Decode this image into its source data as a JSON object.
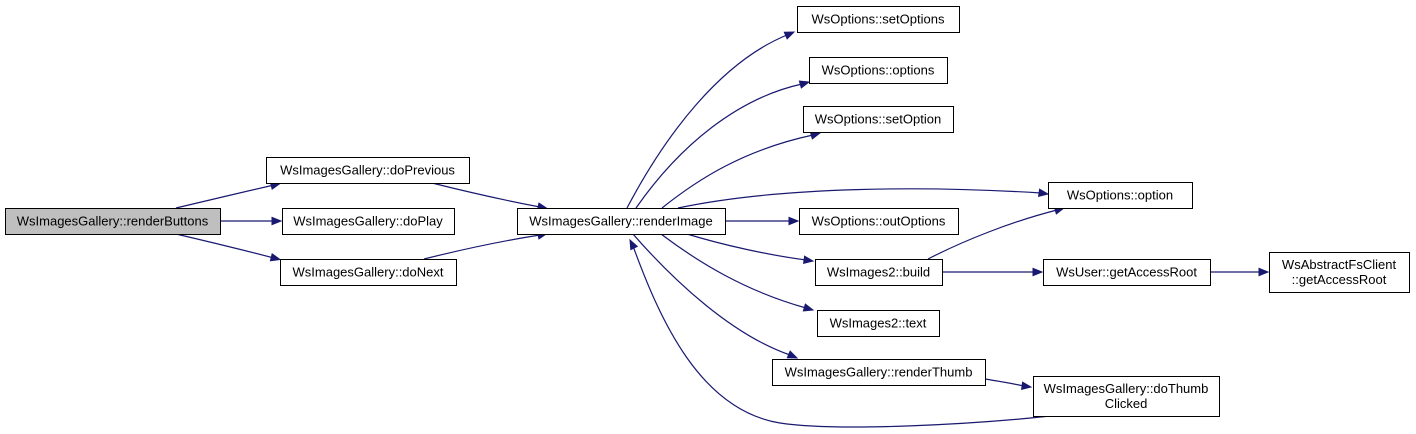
{
  "nodes": {
    "renderButtons": {
      "lines": [
        "WsImagesGallery::renderButtons"
      ]
    },
    "doPrevious": {
      "lines": [
        "WsImagesGallery::doPrevious"
      ]
    },
    "doPlay": {
      "lines": [
        "WsImagesGallery::doPlay"
      ]
    },
    "doNext": {
      "lines": [
        "WsImagesGallery::doNext"
      ]
    },
    "renderImage": {
      "lines": [
        "WsImagesGallery::renderImage"
      ]
    },
    "setOptions": {
      "lines": [
        "WsOptions::setOptions"
      ]
    },
    "options": {
      "lines": [
        "WsOptions::options"
      ]
    },
    "setOption": {
      "lines": [
        "WsOptions::setOption"
      ]
    },
    "option": {
      "lines": [
        "WsOptions::option"
      ]
    },
    "outOptions": {
      "lines": [
        "WsOptions::outOptions"
      ]
    },
    "build": {
      "lines": [
        "WsImages2::build"
      ]
    },
    "getAccessRoot": {
      "lines": [
        "WsUser::getAccessRoot"
      ]
    },
    "fsGetAccessRoot": {
      "lines": [
        "WsAbstractFsClient",
        "::getAccessRoot"
      ]
    },
    "text": {
      "lines": [
        "WsImages2::text"
      ]
    },
    "renderThumb": {
      "lines": [
        "WsImagesGallery::renderThumb"
      ]
    },
    "doThumbClicked": {
      "lines": [
        "WsImagesGallery::doThumb",
        "Clicked"
      ]
    }
  },
  "edges": [
    [
      "renderButtons",
      "doPrevious"
    ],
    [
      "renderButtons",
      "doPlay"
    ],
    [
      "renderButtons",
      "doNext"
    ],
    [
      "doPrevious",
      "renderImage"
    ],
    [
      "doNext",
      "renderImage"
    ],
    [
      "renderImage",
      "setOptions"
    ],
    [
      "renderImage",
      "options"
    ],
    [
      "renderImage",
      "setOption"
    ],
    [
      "renderImage",
      "option"
    ],
    [
      "renderImage",
      "outOptions"
    ],
    [
      "renderImage",
      "build"
    ],
    [
      "renderImage",
      "text"
    ],
    [
      "renderImage",
      "renderThumb"
    ],
    [
      "build",
      "option"
    ],
    [
      "build",
      "getAccessRoot"
    ],
    [
      "getAccessRoot",
      "fsGetAccessRoot"
    ],
    [
      "renderThumb",
      "doThumbClicked"
    ],
    [
      "doThumbClicked",
      "renderImage"
    ]
  ],
  "colors": {
    "edge": "#191970",
    "root_fill": "#bfbfbf",
    "node_fill": "#ffffff",
    "node_border": "#000000"
  }
}
